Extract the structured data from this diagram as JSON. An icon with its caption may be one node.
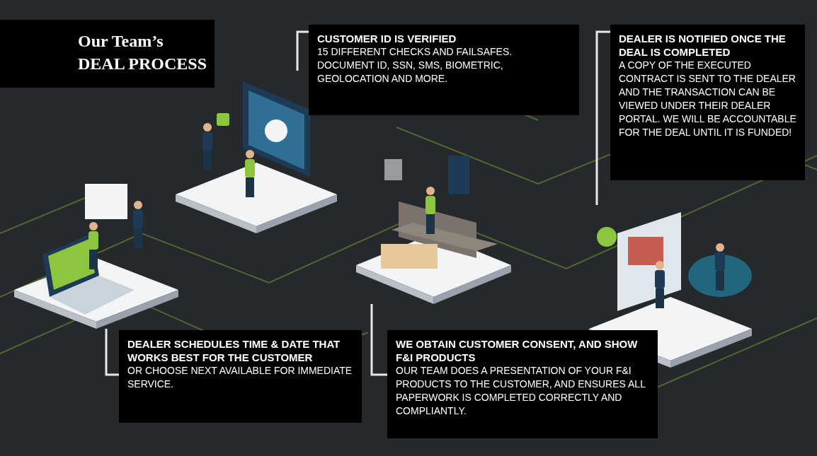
{
  "diagram": {
    "title": "Our Team’s DEAL PROCESS",
    "nodes": [
      {
        "text": [
          "DEALER SCHEDULES TIME & DATE THAT WORKS BEST FOR THE CUSTOMER",
          "OR CHOOSE NEXT AVAILABLE FOR IMMEDIATE SERVICE."
        ]
      },
      {
        "text": [
          "CUSTOMER ID IS VERIFIED",
          "15 DIFFERENT CHECKS AND FAILSAFES. DOCUMENT ID, SSN, SMS, BIOMETRIC, GEOLOCATION AND MORE."
        ]
      },
      {
        "text": [
          "WE OBTAIN CUSTOMER CONSENT, AND SHOW F&I PRODUCTS",
          "OUR TEAM DOES A PRESENTATION OF YOUR F&I PRODUCTS TO THE CUSTOMER, AND ENSURES ALL PAPERWORK IS COMPLETED CORRECTLY AND COMPLIANTLY."
        ]
      },
      {
        "text": [
          "DEALER IS NOTIFIED ONCE THE DEAL IS COMPLETED",
          "A COPY OF THE EXECUTED CONTRACT IS SENT TO THE DEALER AND THE TRANSACTION CAN BE VIEWED UNDER THEIR DEALER PORTAL. WE WILL BE ACCOUNTABLE FOR THE DEAL UNTIL IT IS FUNDED!"
        ]
      },
      {
        "text": [],
        "shape": "picture"
      },
      {
        "text": [],
        "shape": "picture"
      },
      {
        "text": [],
        "shape": "picture"
      },
      {
        "text": [],
        "shape": "picture"
      }
    ],
    "edges": [
      {
        "from": 0,
        "to": 4,
        "arrow": "none"
      },
      {
        "from": 1,
        "to": 5,
        "arrow": "none"
      },
      {
        "from": 2,
        "to": 6,
        "arrow": "none"
      },
      {
        "from": 3,
        "to": 7,
        "arrow": "none"
      }
    ]
  }
}
